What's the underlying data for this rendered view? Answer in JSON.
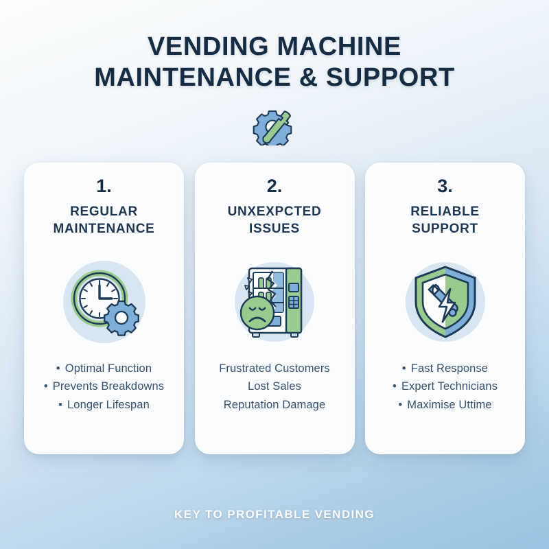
{
  "colors": {
    "ink": "#152c45",
    "body_text": "#33506e",
    "green": "#9acb8e",
    "green_dark": "#7fb877",
    "blue": "#7fafd8",
    "blue_light": "#d7e6f1",
    "outline": "#1d3a57",
    "card_bg": "#fcfdfe",
    "footer_text": "#ffffff",
    "bg_top": "#fdfefe",
    "bg_bottom": "#9cc4e0"
  },
  "header": {
    "title_line1": "VENDING MACHINE",
    "title_line2": "MAINTENANCE & SUPPORT",
    "icon": "gear-wrench-icon"
  },
  "cards": [
    {
      "number": "1.",
      "title_line1": "REGULAR",
      "title_line2": "MAINTENANCE",
      "icon": "clock-gear-icon",
      "bulleted": true,
      "items": [
        "Optimal Function",
        "Prevents Breakdowns",
        "Longer Lifespan"
      ]
    },
    {
      "number": "2.",
      "title_line1": "UNXEXPCTED",
      "title_line2": "ISSUES",
      "icon": "broken-vending-machine-sad-face-icon",
      "bulleted": false,
      "items": [
        "Frustrated Customers",
        "Lost Sales",
        "Reputation Damage"
      ]
    },
    {
      "number": "3.",
      "title_line1": "RELIABLE",
      "title_line2": "SUPPORT",
      "icon": "shield-wrench-bolt-icon",
      "bulleted": true,
      "items": [
        "Fast Response",
        "Expert Technicians",
        "Maximise Uttime"
      ]
    }
  ],
  "footer": {
    "text": "KEY TO PROFITABLE VENDING"
  }
}
